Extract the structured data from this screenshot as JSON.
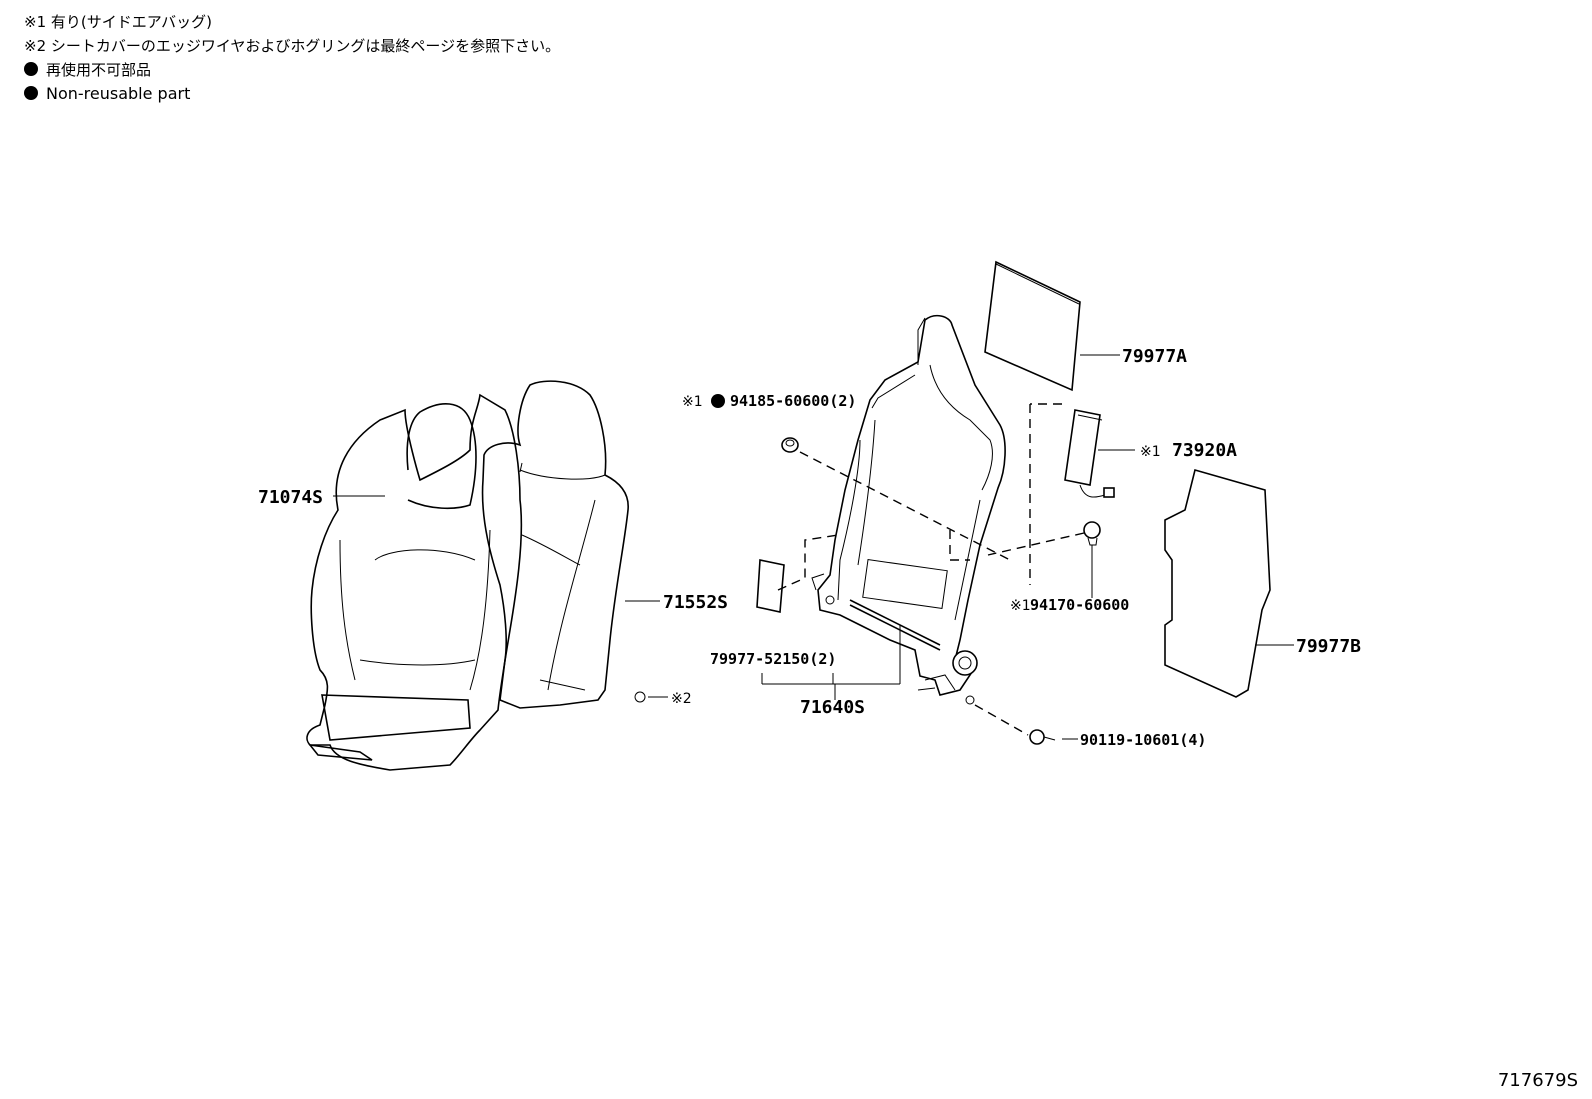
{
  "notes": {
    "note1": "※1 有り(サイドエアバッグ)",
    "note2": "※2 シートカバーのエッジワイヤおよびホグリングは最終ページを参照下さい。",
    "legend_jp": "再使用不可部品",
    "legend_en": "Non-reusable part"
  },
  "callouts": {
    "p79977a": "79977A",
    "p94185": "94185-60600(2)",
    "p94185_ref": "※1",
    "p73920a": "73920A",
    "p73920a_ref": "※1",
    "p71074s": "71074S",
    "p71552s": "71552S",
    "p94170": "94170-60600",
    "p94170_ref": "※1",
    "p79977b": "79977B",
    "p79977_52150": "79977-52150(2)",
    "p71640s": "71640S",
    "p90119": "90119-10601(4)",
    "ref2": "※2"
  },
  "figure_id": "717679S"
}
